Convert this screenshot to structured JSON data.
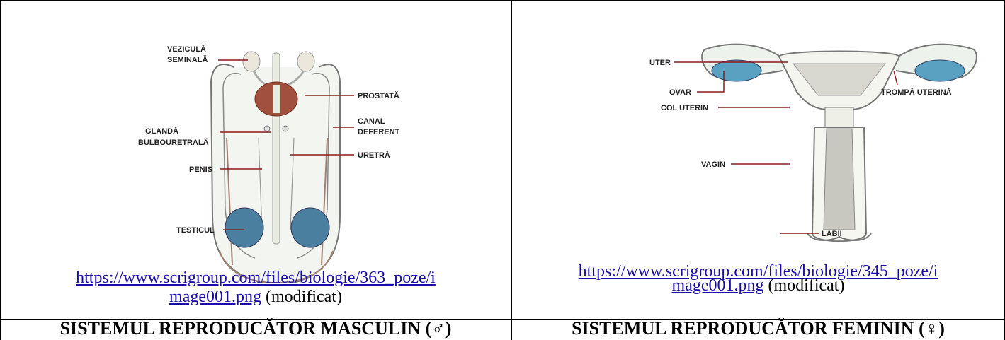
{
  "male": {
    "labels": {
      "seminal": [
        "VEZICULĂ",
        "SEMINALĂ"
      ],
      "prostate": "PROSTATĂ",
      "bulbo": [
        "GLANDĂ",
        "BULBOURETRALĂ"
      ],
      "deferent": [
        "CANAL",
        "DEFERENT"
      ],
      "urethra": "URETRĂ",
      "penis": "PENIS",
      "testicle": "TESTICUL"
    },
    "source_link_1": "https://www.scrigroup.com/files/biologie/363_poze/i",
    "source_link_2": "mage001.png",
    "source_note": "(modificat)",
    "title": "SISTEMUL REPRODUCĂTOR MASCULIN (♂)"
  },
  "female": {
    "labels": {
      "uterus": "UTER",
      "ovary": "OVAR",
      "cervix": "COL UTERIN",
      "tube": "TROMPĂ UTERINĂ",
      "vagina": "VAGIN",
      "labia": "LABII"
    },
    "source_link_1": "https://www.scrigroup.com/files/biologie/345_poze/i",
    "source_link_2": "mage001.png",
    "source_note": "(modificat)",
    "title": "SISTEMUL REPRODUCĂTOR FEMININ (♀)"
  },
  "colors": {
    "border": "#000000",
    "link": "#1a0dab",
    "leader": "#8b1a1a",
    "prostate": "#a0503c",
    "testicle": "#4a7fa0",
    "ovary": "#5aa0c0"
  }
}
